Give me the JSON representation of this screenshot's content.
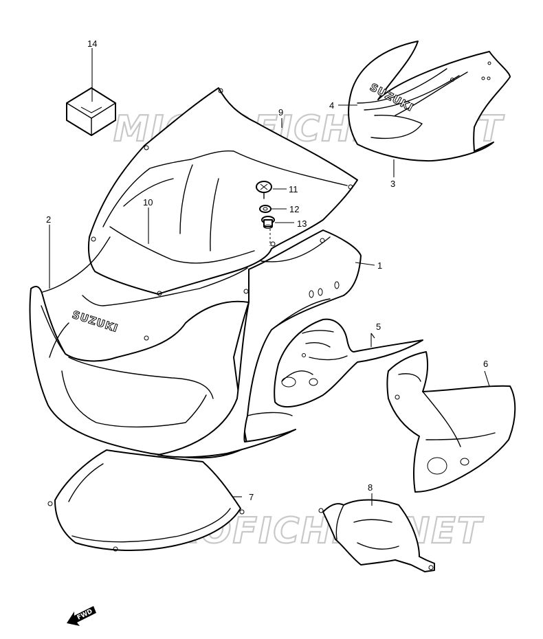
{
  "watermark": "MICROFICHES.NET",
  "brand_logo": "SUZUKI",
  "direction_label": "FWD",
  "callouts": {
    "c1": "1",
    "c2": "2",
    "c3": "3",
    "c4": "4",
    "c5": "5",
    "c6": "6",
    "c7": "7",
    "c8": "8",
    "c9": "9",
    "c10": "10",
    "c11": "11",
    "c12": "12",
    "c13": "13",
    "c14": "14"
  }
}
